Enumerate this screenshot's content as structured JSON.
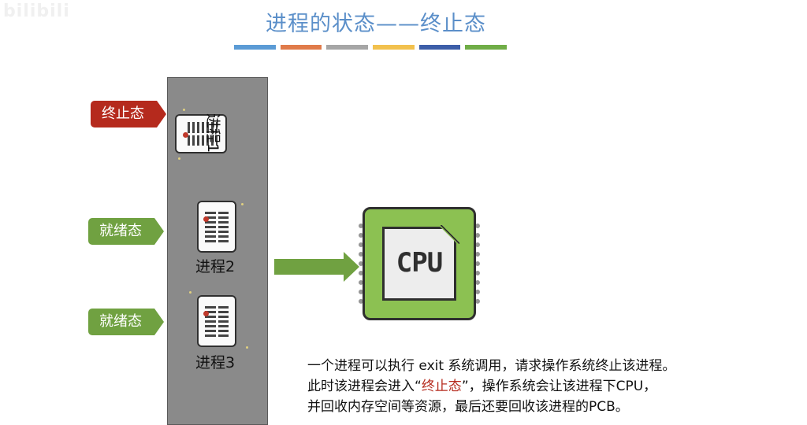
{
  "watermark": "bilibili",
  "title": "进程的状态——终止态",
  "colors": {
    "title": "#5b8fc9",
    "terminated_tag": "#b52a1d",
    "ready_tag": "#70a141",
    "cpu": "#8cc152",
    "panel": "#8a8a8a",
    "highlight": "#b52a1d",
    "color_bar": [
      "#5b9bd5",
      "#e07b4a",
      "#a6a6a6",
      "#f2c14e",
      "#3c5ea8",
      "#70ad47"
    ]
  },
  "processes": [
    {
      "label": "进程1",
      "state": "终止态",
      "icon": "document-icon"
    },
    {
      "label": "进程2",
      "state": "就绪态",
      "icon": "document-icon"
    },
    {
      "label": "进程3",
      "state": "就绪态",
      "icon": "document-icon"
    }
  ],
  "cpu": {
    "label": "CPU",
    "icon": "cpu-chip-icon"
  },
  "arrow": {
    "icon": "right-arrow-icon"
  },
  "description": {
    "line1": "一个进程可以执行 exit 系统调用，请求操作系统终止该进程。",
    "line2_prefix": "此时该进程会进入“",
    "line2_highlight": "终止态",
    "line2_suffix": "”，操作系统会让该进程下CPU，",
    "line3": "并回收内存空间等资源，最后还要回收该进程的PCB。"
  }
}
